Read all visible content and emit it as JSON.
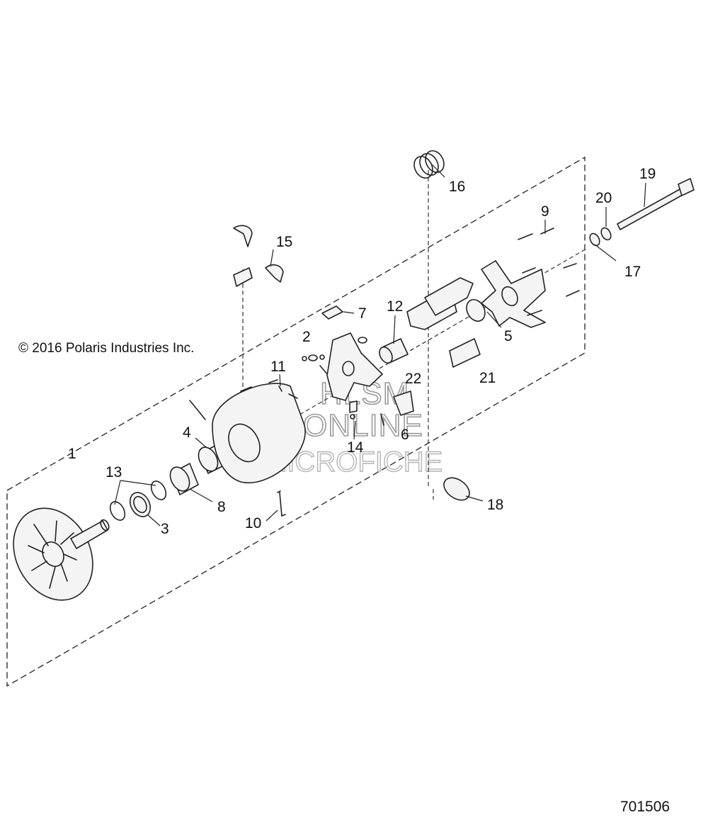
{
  "copyright": "© 2016 Polaris Industries Inc.",
  "figure_code": "701506",
  "watermark": {
    "line1": "HLSM",
    "line2": "ONLINE",
    "line3": "MICROFICHE"
  },
  "callouts": {
    "c1": "1",
    "c2": "2",
    "c3": "3",
    "c4": "4",
    "c5": "5",
    "c6": "6",
    "c7": "7",
    "c8": "8",
    "c9": "9",
    "c10": "10",
    "c11": "11",
    "c12": "12",
    "c13": "13",
    "c14": "14",
    "c15": "15",
    "c16": "16",
    "c17": "17",
    "c18": "18",
    "c19": "19",
    "c20": "20",
    "c21": "21",
    "c22": "22"
  }
}
